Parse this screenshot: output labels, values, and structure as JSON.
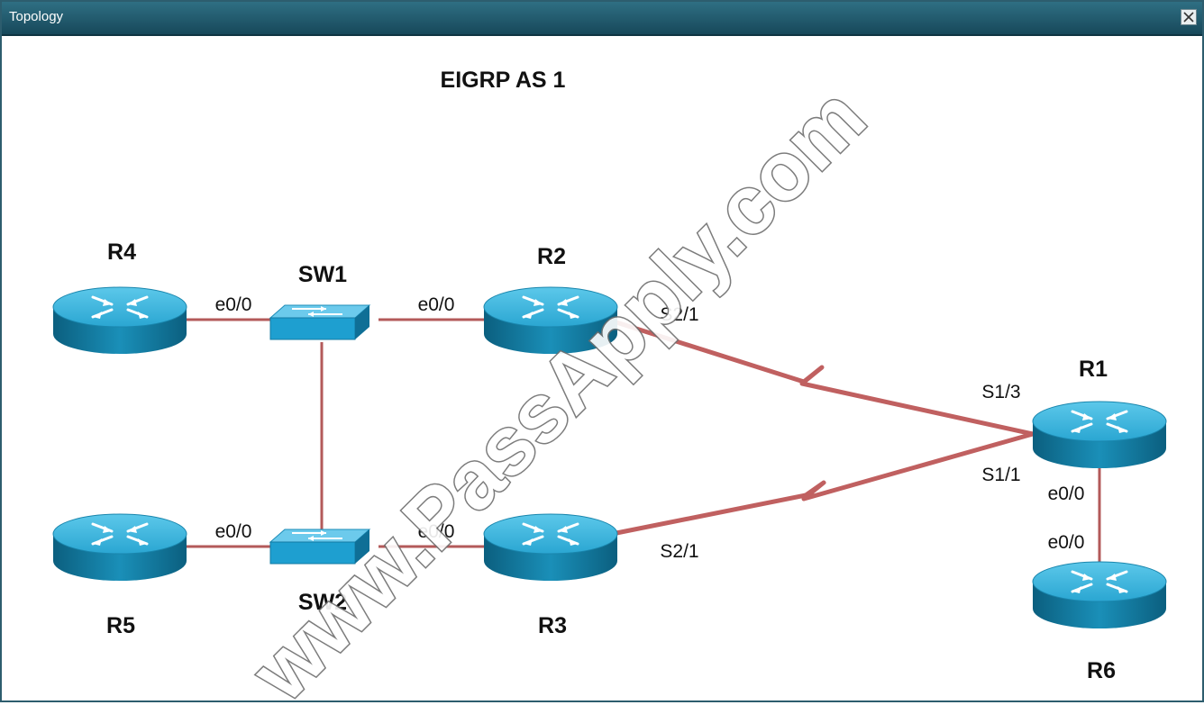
{
  "window": {
    "title": "Topology"
  },
  "diagram": {
    "heading": "EIGRP AS 1",
    "watermark": "www.PassApply.com",
    "devices": {
      "r4": "R4",
      "r5": "R5",
      "sw1": "SW1",
      "sw2": "SW2",
      "r2": "R2",
      "r3": "R3",
      "r1": "R1",
      "r6": "R6"
    },
    "interfaces": {
      "r4_e0": "e0/0",
      "r2_e0": "e0/0",
      "r5_e0": "e0/0",
      "r3_e0": "e0/0",
      "r2_s21": "S2/1",
      "r3_s21": "S2/1",
      "r1_s13": "S1/3",
      "r1_s11": "S1/1",
      "r1_e0": "e0/0",
      "r6_e0": "e0/0"
    },
    "colors": {
      "ethernet_link": "#b35a5a",
      "serial_link": "#c06060",
      "router": "#1a8fb8",
      "switch": "#1e9fd0"
    }
  }
}
